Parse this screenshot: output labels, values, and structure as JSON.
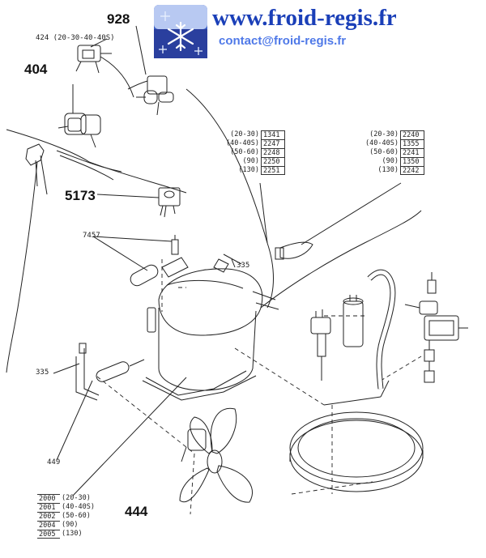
{
  "header": {
    "website": "www.froid-regis.fr",
    "email": "contact@froid-regis.fr",
    "logo": "snowflake-logo"
  },
  "callouts": {
    "c928": "928",
    "c404": "404",
    "c5173": "5173",
    "c444": "444"
  },
  "labels": {
    "valve_top": "424 (20-30-40-40S)",
    "l7457": "7457",
    "l335_top": "335",
    "l335_left": "335",
    "l449": "449"
  },
  "table_center": [
    {
      "variant": "(20-30)",
      "code": "1341"
    },
    {
      "variant": "(40-40S)",
      "code": "2247"
    },
    {
      "variant": "(50-60)",
      "code": "2248"
    },
    {
      "variant": "(90)",
      "code": "2250"
    },
    {
      "variant": "(130)",
      "code": "2251"
    }
  ],
  "table_right": [
    {
      "variant": "(20-30)",
      "code": "2240"
    },
    {
      "variant": "(40-40S)",
      "code": "1355"
    },
    {
      "variant": "(50-60)",
      "code": "2241"
    },
    {
      "variant": "(90)",
      "code": "1350"
    },
    {
      "variant": "(130)",
      "code": "2242"
    }
  ],
  "table_bottom": [
    {
      "code": "2000",
      "variant": "(20-30)"
    },
    {
      "code": "2001",
      "variant": "(40-40S)"
    },
    {
      "code": "2002",
      "variant": "(50-60)"
    },
    {
      "code": "2004",
      "variant": "(90)"
    },
    {
      "code": "2005",
      "variant": "(130)"
    }
  ]
}
